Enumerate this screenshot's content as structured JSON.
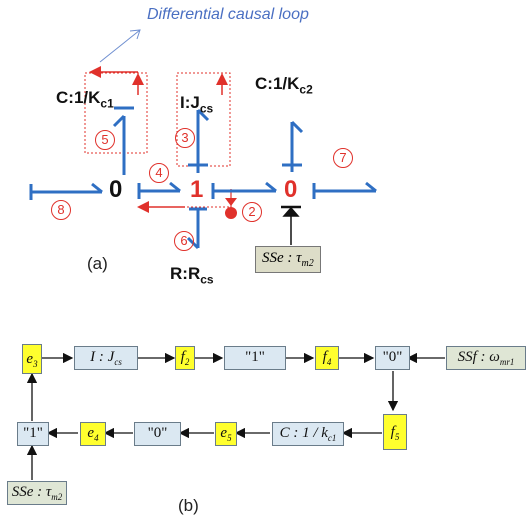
{
  "part_a": {
    "title": "Differential causal loop",
    "caption": "(a)",
    "elements": {
      "c1": {
        "main": "C:1/K",
        "sub": "c1"
      },
      "ijcs": {
        "main": "I:J",
        "sub": "cs"
      },
      "c2": {
        "main": "C:1/K",
        "sub": "c2"
      },
      "rrcs": {
        "main": "R:R",
        "sub": "cs"
      }
    },
    "junctions": {
      "zero_left": "0",
      "one_mid": "1",
      "zero_right": "0"
    },
    "bond_numbers": [
      "2",
      "3",
      "4",
      "5",
      "6",
      "7",
      "8"
    ],
    "source": {
      "main": "SSe : τ",
      "sub": "m2"
    }
  },
  "part_b": {
    "caption": "(b)",
    "nodes": {
      "e3": {
        "main": "e",
        "sub": "3"
      },
      "ij": {
        "main": "I : J",
        "sub": "cs"
      },
      "f2": {
        "main": "f",
        "sub": "2"
      },
      "one_top": "\"1\"",
      "f4": {
        "main": "f",
        "sub": "4"
      },
      "zero_top": "\"0\"",
      "ssf": {
        "main": "SSf : ω",
        "sub": "mr1"
      },
      "one_left": "\"1\"",
      "e4": {
        "main": "e",
        "sub": "4"
      },
      "zero_bot": "\"0\"",
      "e5": {
        "main": "e",
        "sub": "5"
      },
      "ck": {
        "main": "C : 1 / k",
        "sub": "c1"
      },
      "f5": {
        "main": "f",
        "sub": "5"
      },
      "sse": {
        "main": "SSe : τ",
        "sub": "m2"
      }
    }
  }
}
